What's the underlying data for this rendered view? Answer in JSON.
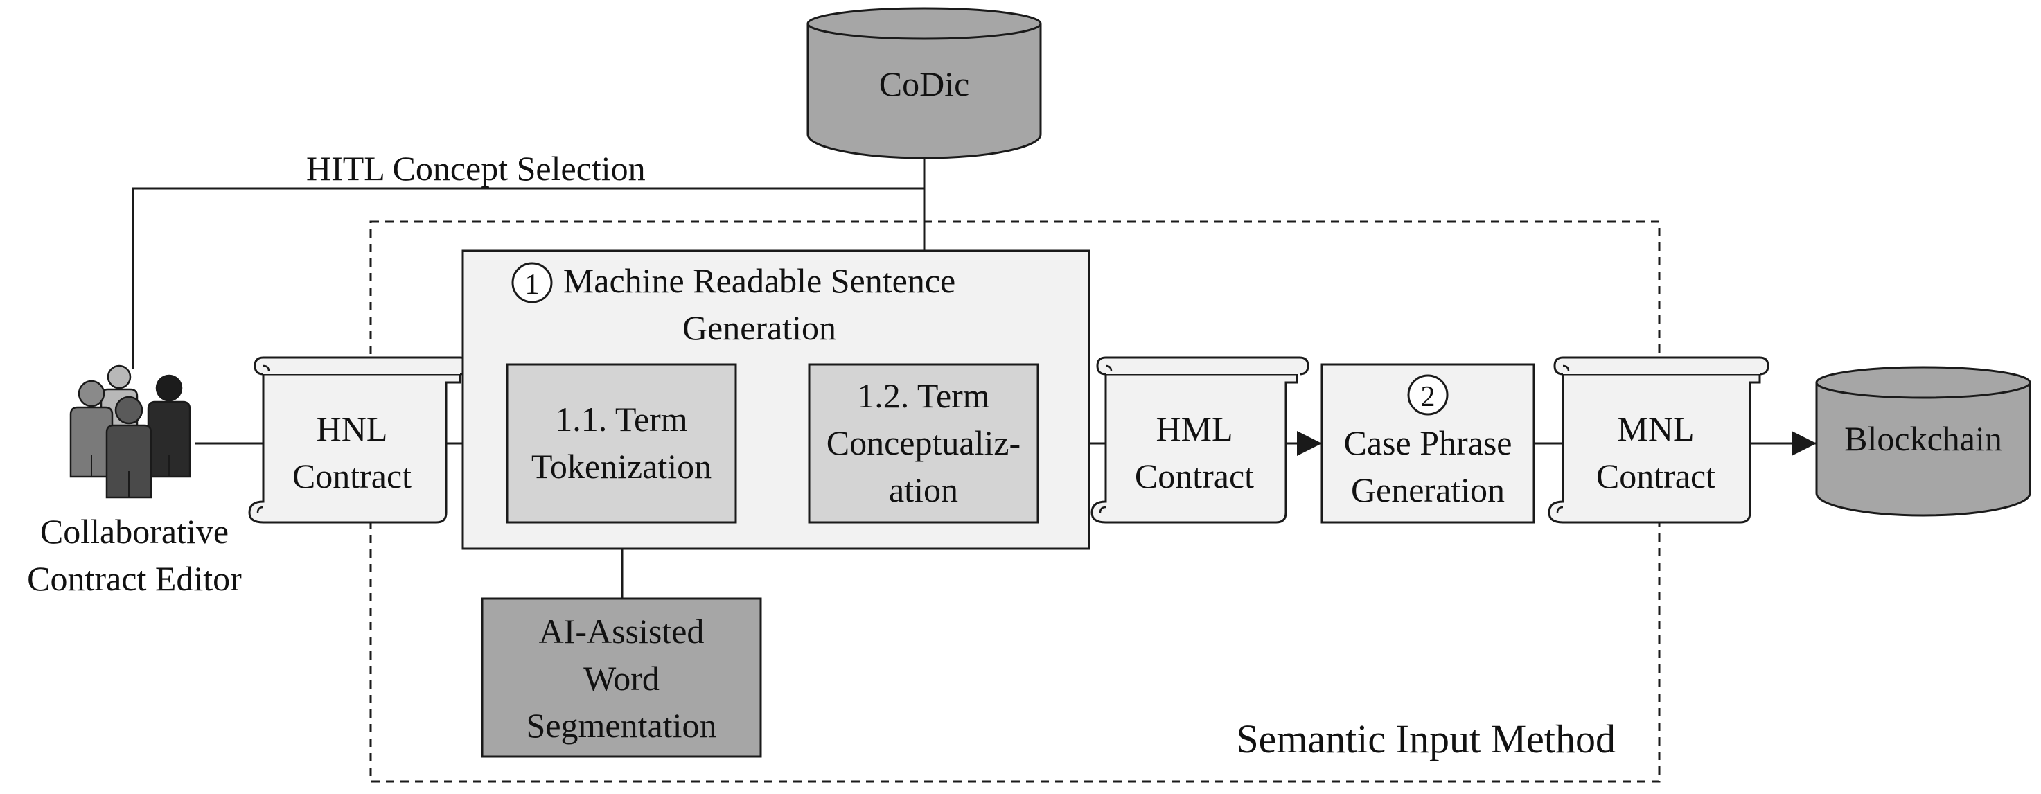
{
  "colors": {
    "light_fill": "#f2f2f2",
    "mid_fill": "#d4d4d4",
    "dark_fill": "#a6a6a6",
    "stroke": "#1a1a1a",
    "person_light": "#b8b8b8",
    "person_mid": "#7a7a7a",
    "person_dark": "#4a4a4a",
    "person_black": "#1c1c1c"
  },
  "codic": {
    "label": "CoDic"
  },
  "hitl": {
    "label": "HITL Concept Selection"
  },
  "editor": {
    "line1": "Collaborative",
    "line2": "Contract Editor",
    "icon": "people-icon"
  },
  "hnl": {
    "line1": "HNL",
    "line2": "Contract",
    "icon": "scroll-icon"
  },
  "step1": {
    "number": "1",
    "title_line1": "Machine Readable Sentence",
    "title_line2": "Generation"
  },
  "term_tokenization": {
    "line1": "1.1. Term",
    "line2": "Tokenization"
  },
  "term_conceptualization": {
    "line1": "1.2. Term",
    "line2": "Conceptualiz-",
    "line3": "ation"
  },
  "ai_segmentation": {
    "line1": "AI-Assisted",
    "line2": "Word",
    "line3": "Segmentation"
  },
  "hml": {
    "line1": "HML",
    "line2": "Contract",
    "icon": "scroll-icon"
  },
  "step2": {
    "number": "2",
    "line1": "Case Phrase",
    "line2": "Generation"
  },
  "mnl": {
    "line1": "MNL",
    "line2": "Contract",
    "icon": "scroll-icon"
  },
  "blockchain": {
    "label": "Blockchain"
  },
  "sim": {
    "label": "Semantic Input Method"
  }
}
